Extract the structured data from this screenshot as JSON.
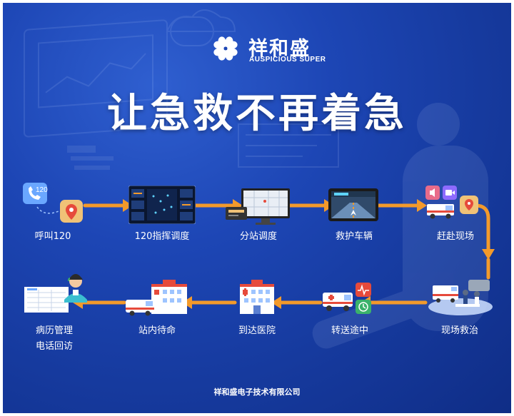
{
  "brand": {
    "name_cn": "祥和盛",
    "name_en": "AUSPICIOUS SUPER",
    "logo": "four-leaf-clover-icon"
  },
  "headline": "让急救不再着急",
  "colors": {
    "background": "#1d46b5",
    "arrow": "#f39a2b",
    "text": "#ffffff"
  },
  "row1": [
    {
      "label": "呼叫120",
      "icon": "phone-location-icon"
    },
    {
      "label": "120指挥调度",
      "icon": "dashboard-screen-icon"
    },
    {
      "label": "分站调度",
      "icon": "monitor-map-icon"
    },
    {
      "label": "救护车辆",
      "icon": "tablet-navigation-icon"
    },
    {
      "label": "赶赴现场",
      "icon": "ambulance-location-icon"
    }
  ],
  "row2": [
    {
      "label": "现场救治",
      "icon": "rescue-scene-icon"
    },
    {
      "label": "转送途中",
      "icon": "ambulance-monitor-icon"
    },
    {
      "label": "到达医院",
      "icon": "hospital-icon"
    },
    {
      "label": "站内待命",
      "icon": "ambulance-hospital-icon"
    },
    {
      "label_line1": "病历管理",
      "label_line2": "电话回访",
      "icon": "records-doctor-icon"
    }
  ],
  "call_badge": "120",
  "footer": "祥和盛电子技术有限公司"
}
